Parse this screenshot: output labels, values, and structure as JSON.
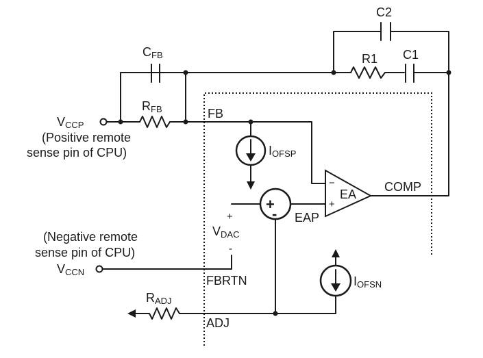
{
  "components": {
    "c2": "C2",
    "c1": "C1",
    "r1": "R1",
    "cfb": {
      "main": "C",
      "sub": "FB"
    },
    "rfb": {
      "main": "R",
      "sub": "FB"
    },
    "radj": {
      "main": "R",
      "sub": "ADJ"
    },
    "iofsp": {
      "main": "I",
      "sub": "OFSP"
    },
    "iofsn": {
      "main": "I",
      "sub": "OFSN"
    },
    "vdac": {
      "main": "V",
      "sub": "DAC"
    },
    "ea": "EA"
  },
  "pins": {
    "vccp": {
      "main": "V",
      "sub": "CCP"
    },
    "vccn": {
      "main": "V",
      "sub": "CCN"
    },
    "fb": "FB",
    "comp": "COMP",
    "eap": "EAP",
    "fbrtn": "FBRTN",
    "adj": "ADJ"
  },
  "notes": {
    "positive": [
      "(Positive remote",
      "sense pin of CPU)"
    ],
    "negative": [
      "(Negative remote",
      "sense pin of CPU)"
    ]
  },
  "signs": {
    "plus": "+",
    "minus": "-",
    "sum_plus": "+",
    "sum_minus": "-",
    "ea_minus": "−",
    "ea_plus": "+"
  }
}
